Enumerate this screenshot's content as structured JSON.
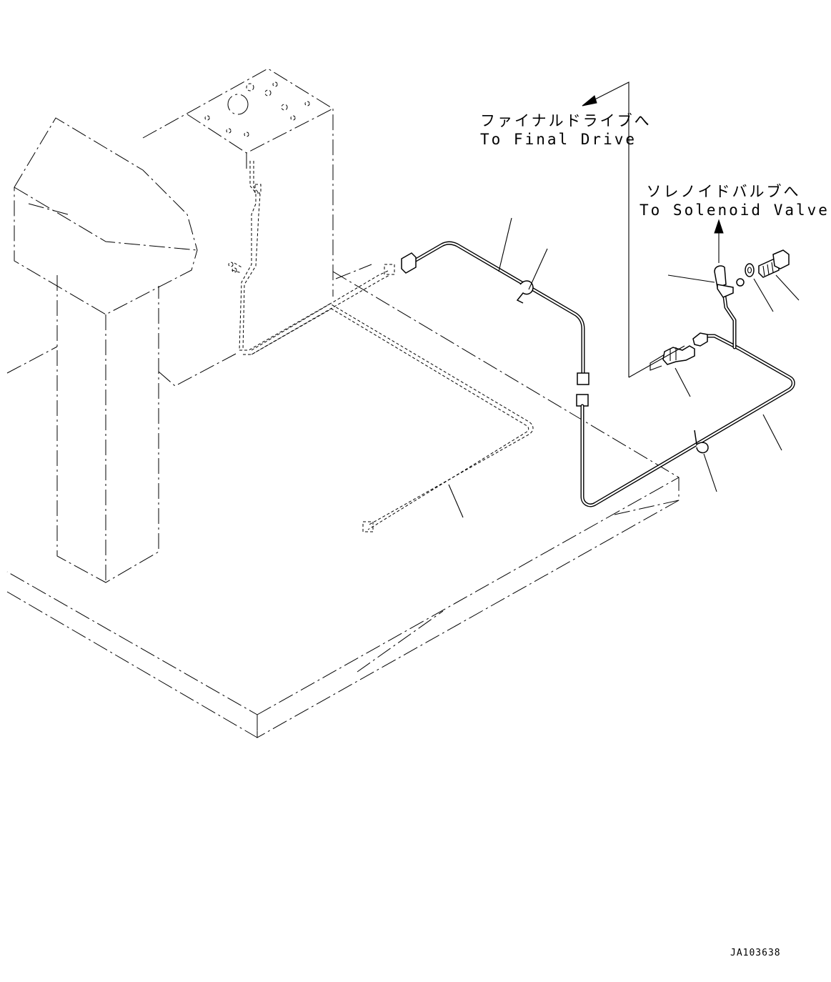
{
  "labels": {
    "final_drive_jp": "ファイナルドライブへ",
    "final_drive_en": "To Final Drive",
    "solenoid_jp": "ソレノイドバルブへ",
    "solenoid_en": "To Solenoid Valve"
  },
  "drawing_code": "JA103638"
}
